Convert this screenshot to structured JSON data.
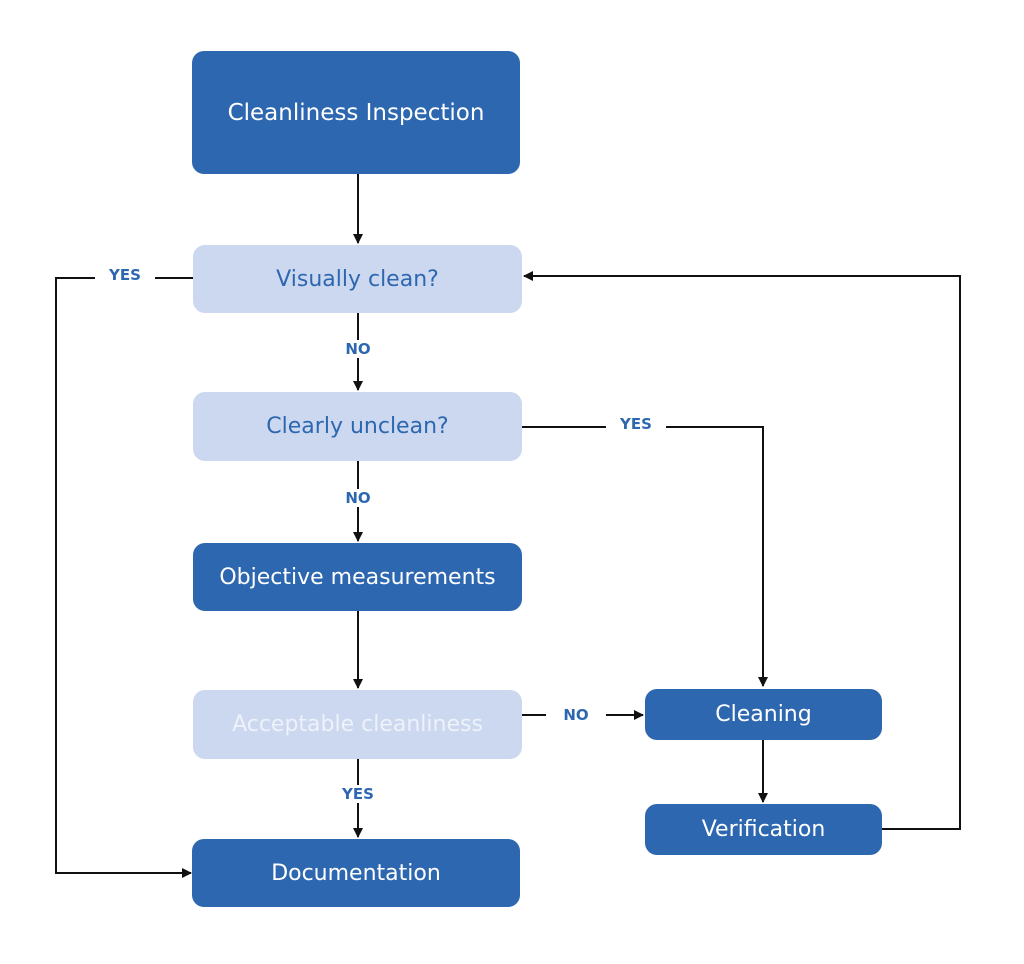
{
  "nodes": {
    "start": "Cleanliness Inspection",
    "visually_clean": "Visually clean?",
    "clearly_unclean": "Clearly unclean?",
    "objective_measurements": "Objective measurements",
    "acceptable_cleanliness": "Acceptable cleanliness",
    "documentation": "Documentation",
    "cleaning": "Cleaning",
    "verification": "Verification"
  },
  "edge_labels": {
    "visually_clean_yes": "YES",
    "visually_clean_no": "NO",
    "clearly_unclean_yes": "YES",
    "clearly_unclean_no": "NO",
    "acceptable_no": "NO",
    "acceptable_yes": "YES"
  },
  "colors": {
    "dark_box": "#2d67b0",
    "light_box": "#cbd8ef",
    "connector": "#111111",
    "label": "#2d67b0"
  }
}
